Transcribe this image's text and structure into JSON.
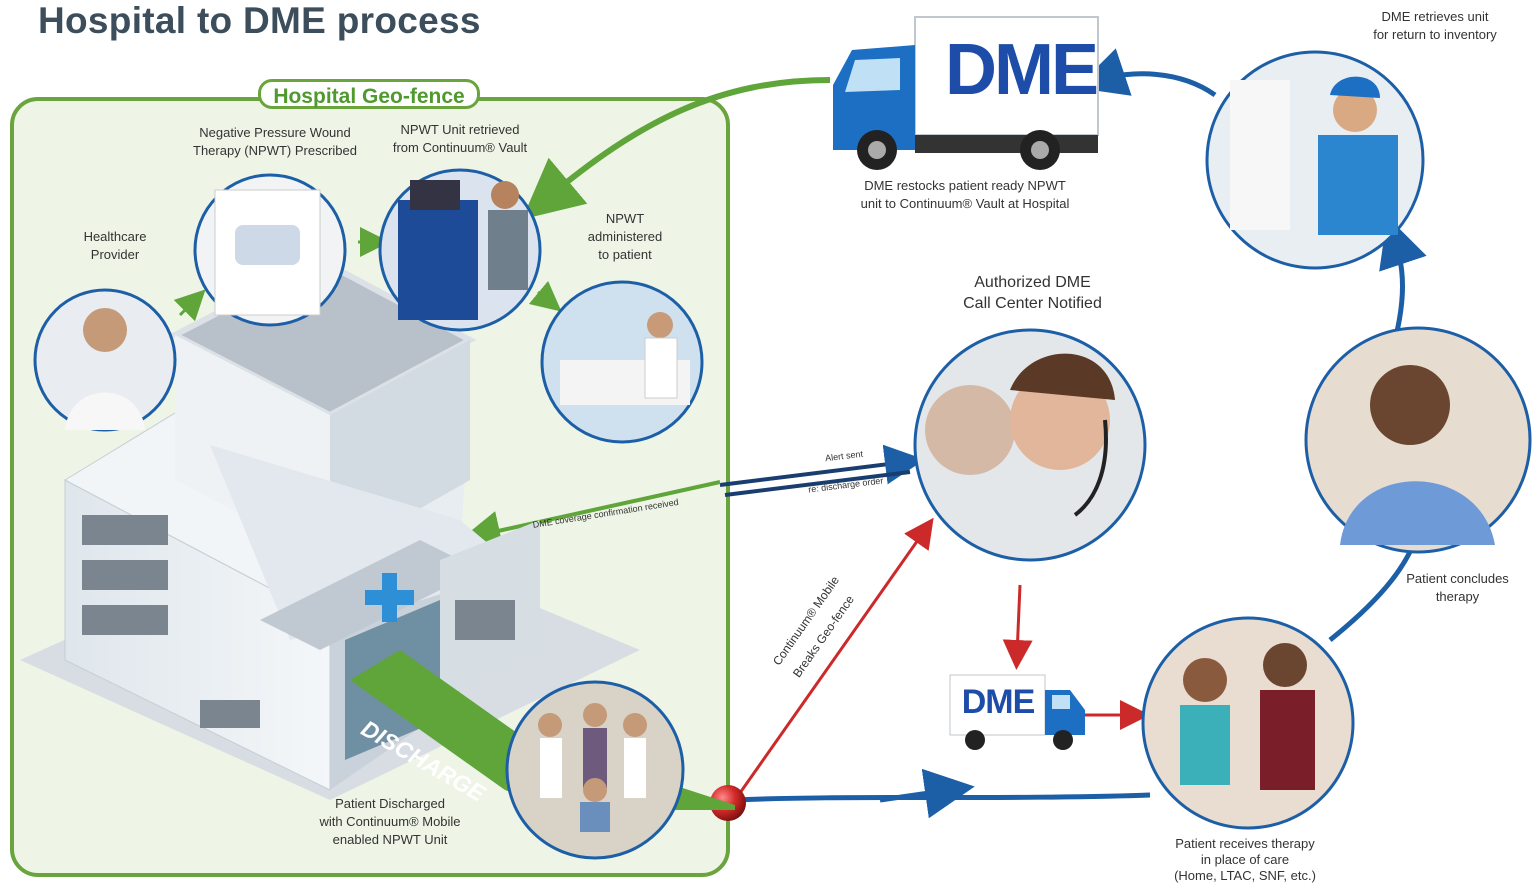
{
  "title": "Hospital to DME process",
  "geofence": {
    "label": "Hospital Geo-fence"
  },
  "steps": {
    "healthcare_provider": [
      "Healthcare",
      "Provider"
    ],
    "npwt_prescribed": [
      "Negative Pressure Wound",
      "Therapy (NPWT) Prescribed"
    ],
    "npwt_retrieved": [
      "NPWT Unit retrieved",
      "from Continuum® Vault"
    ],
    "npwt_administered": [
      "NPWT",
      "administered",
      "to patient"
    ],
    "patient_discharged": [
      "Patient Discharged",
      "with Continuum® Mobile",
      "enabled NPWT Unit"
    ],
    "dme_restocks": [
      "DME restocks patient ready NPWT",
      "unit to Continuum® Vault at Hospital"
    ],
    "dme_retrieves": [
      "DME retrieves unit",
      "for return to inventory"
    ],
    "call_center": [
      "Authorized DME",
      "Call Center Notified"
    ],
    "patient_concludes": [
      "Patient concludes",
      "therapy"
    ],
    "patient_receives": [
      "Patient receives therapy",
      "in place of care",
      "(Home, LTAC, SNF, etc.)"
    ]
  },
  "arrows": {
    "alert_sent": "Alert sent",
    "re_discharge": "re: discharge order",
    "coverage_confirmation": "DME coverage confirmation received",
    "breaks_geofence_1": "Continuum® Mobile",
    "breaks_geofence_2": "Breaks Geo-fence"
  },
  "truck_labels": {
    "large": "DME",
    "small": "DME"
  },
  "discharge_label": "DISCHARGE",
  "colors": {
    "geofence_green": "#69a43c",
    "flow_blue": "#1d5fa6",
    "alert_red": "#cc2a2a",
    "title": "#3c4d5c"
  }
}
